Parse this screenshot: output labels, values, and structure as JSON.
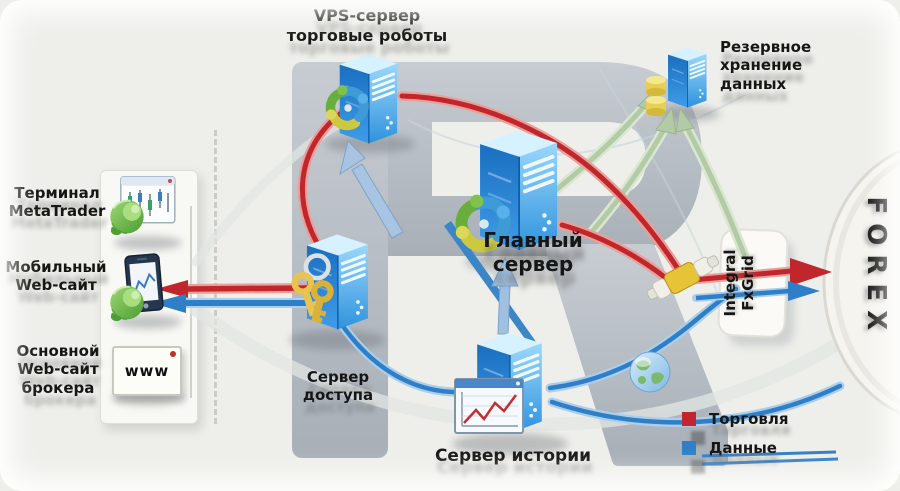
{
  "watermark_letter": "R",
  "nodes": {
    "vps": {
      "label": "VPS-сервер\nторговые роботы"
    },
    "backup": {
      "label": "Резервное\nхранение\nданных"
    },
    "terminal": {
      "label": "Терминал\nMetaTrader"
    },
    "mobile": {
      "label": "Мобильный\nWeb-сайт"
    },
    "website": {
      "label": "Основной\nWeb-сайт\nброкера",
      "icon_text": "www"
    },
    "main_server": {
      "label": "Главный сервер"
    },
    "access_server": {
      "label": "Сервер\nдоступа"
    },
    "history_server": {
      "label": "Сервер истории"
    },
    "integral": {
      "label": "Integral\nFxGrid"
    },
    "forex": {
      "label": "FOREX"
    }
  },
  "legend": {
    "items": [
      {
        "label": "Торговля",
        "color": "#c0262c"
      },
      {
        "label": "Данные",
        "color": "#2f7fc8"
      }
    ]
  },
  "flow_colors": {
    "trade": "#c0262c",
    "data": "#2f7fc8",
    "backup": "#b2cba6"
  }
}
